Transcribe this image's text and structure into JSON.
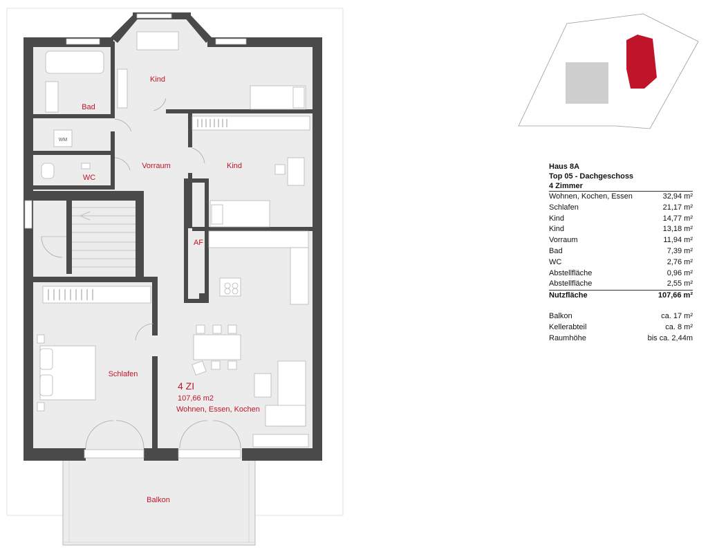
{
  "colors": {
    "wall": "#4a4a4a",
    "floor": "#ececec",
    "accent": "#c0142a",
    "site_building": "#cfcfcf"
  },
  "rooms": {
    "kind_top": "Kind",
    "bad": "Bad",
    "wm": "WM",
    "wc": "WC",
    "vorraum": "Vorraum",
    "kind_mid": "Kind",
    "af": "AF",
    "schlafen": "Schlafen",
    "balkon": "Balkon"
  },
  "unit": {
    "type": "4 ZI",
    "area": "107,66 m2",
    "name": "Wohnen, Essen, Kochen"
  },
  "info": {
    "house": "Haus 8A",
    "top": "Top 05 - Dachgeschoss",
    "rooms_count": "4 Zimmer",
    "rooms": [
      {
        "name": "Wohnen, Kochen, Essen",
        "value": "32,94 m²"
      },
      {
        "name": "Schlafen",
        "value": "21,17 m²"
      },
      {
        "name": "Kind",
        "value": "14,77 m²"
      },
      {
        "name": "Kind",
        "value": "13,18 m²"
      },
      {
        "name": "Vorraum",
        "value": "11,94 m²"
      },
      {
        "name": "Bad",
        "value": "7,39 m²"
      },
      {
        "name": "WC",
        "value": "2,76 m²"
      },
      {
        "name": "Abstellfläche",
        "value": "0,96 m²"
      },
      {
        "name": "Abstellfläche",
        "value": "2,55 m²"
      }
    ],
    "total": {
      "name": "Nutzfläche",
      "value": "107,66 m²"
    },
    "extras": [
      {
        "name": "Balkon",
        "value": "ca. 17 m²"
      },
      {
        "name": "Kellerabteil",
        "value": "ca. 8 m²"
      },
      {
        "name": "Raumhöhe",
        "value": "bis ca. 2,44m"
      }
    ]
  }
}
